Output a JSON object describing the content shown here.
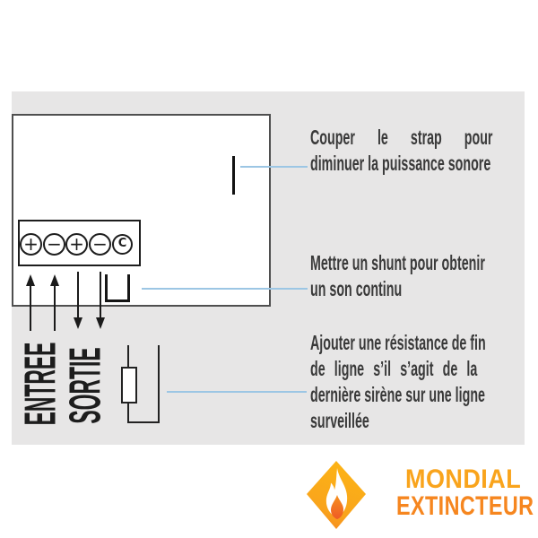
{
  "colors": {
    "panel_gray": "#e7e6e6",
    "connector_blue": "#9cc6e4",
    "ink": "#1d1d1d",
    "note_text": "#3a3a3a",
    "brand_amber": "#f9a41c",
    "brand_orange": "#f6861f",
    "flame_inner_orange": "#f0702a"
  },
  "diagram": {
    "entry_label": "ENTREE",
    "exit_label": "SORTIE",
    "terminals": [
      "+",
      "−",
      "+",
      "−",
      "C"
    ]
  },
  "annotations": [
    {
      "lines": [
        "Couper le strap pour",
        "diminuer la puissance sonore"
      ]
    },
    {
      "lines": [
        "Mettre un shunt pour obtenir",
        "un son continu"
      ]
    },
    {
      "lines": [
        "Ajouter une résistance de fin",
        "de ligne s’il s’agit de la",
        "dernière sirène sur une ligne",
        "surveillée"
      ]
    }
  ],
  "logo": {
    "line1": "MONDIAL",
    "line2": "EXTINCTEUR"
  }
}
